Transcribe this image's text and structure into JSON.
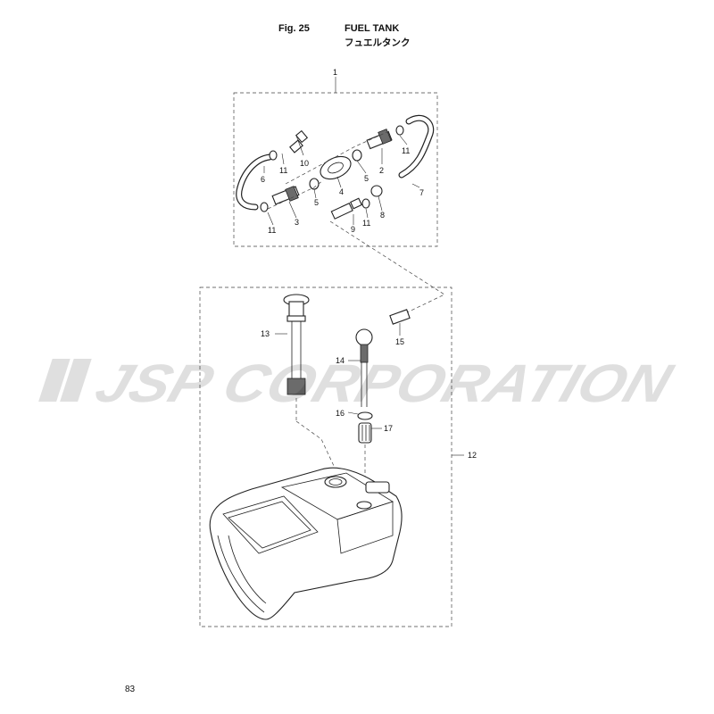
{
  "header": {
    "figure_number": "Fig. 25",
    "title": "FUEL TANK",
    "title_jp": "フュエルタンク"
  },
  "watermark": {
    "text": "JSP CORPORATION"
  },
  "page": {
    "number": "83"
  },
  "callouts": {
    "c1": "1",
    "c2": "2",
    "c3": "3",
    "c4": "4",
    "c5a": "5",
    "c5b": "5",
    "c6": "6",
    "c7": "7",
    "c8": "8",
    "c9": "9",
    "c10": "10",
    "c11a": "11",
    "c11b": "11",
    "c11c": "11",
    "c11d": "11",
    "c12": "12",
    "c13": "13",
    "c14": "14",
    "c15": "15",
    "c16": "16",
    "c17": "17"
  }
}
